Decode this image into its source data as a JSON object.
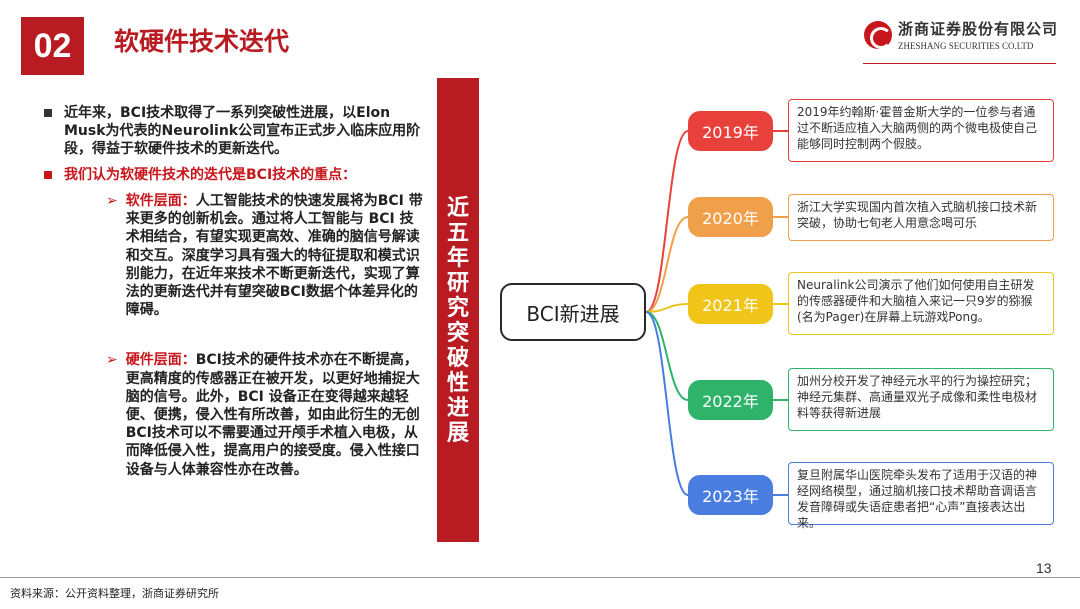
{
  "header": {
    "section_number": "02",
    "title": "软硬件技术迭代",
    "logo_cn": "浙商证券股份有限公司",
    "logo_en": "ZHESHANG SECURITIES CO.LTD"
  },
  "left": {
    "intro": "近年来，BCI技术取得了一系列突破性进展，以Elon Musk为代表的Neurolink公司宣布正式步入临床应用阶段，得益于软硬件技术的更新迭代。",
    "key_point": "我们认为软硬件技术的迭代是BCI技术的重点：",
    "software_head": "软件层面：",
    "software_text": "人工智能技术的快速发展将为BCI 带来更多的创新机会。通过将人工智能与 BCI 技术相结合，有望实现更高效、准确的脑信号解读和交互。深度学习具有强大的特征提取和模式识别能力，在近年来技术不断更新迭代，实现了算法的更新迭代并有望突破BCI数据个体差异化的障碍。",
    "hardware_head": "硬件层面：",
    "hardware_text": "BCI技术的硬件技术亦在不断提高，更高精度的传感器正在被开发，以更好地捕捉大脑的信号。此外，BCI 设备正在变得越来越轻便、便携，侵入性有所改善，如由此衍生的无创BCI技术可以不需要通过开颅手术植入电极，从而降低侵入性，提高用户的接受度。侵入性接口设备与人体兼容性亦在改善。",
    "arrow_glyph": "➢"
  },
  "vband": {
    "chars": [
      "近",
      "五",
      "年",
      "研",
      "究",
      "突",
      "破",
      "性",
      "进",
      "展"
    ]
  },
  "mindmap": {
    "center": "BCI新进展",
    "items": [
      {
        "year": "2019年",
        "color": "#e8413c",
        "text": "2019年约翰斯·霍普金斯大学的一位参与者通过不断适应植入大脑两侧的两个微电极使自己能够同时控制两个假肢。"
      },
      {
        "year": "2020年",
        "color": "#f0a04b",
        "text": "浙江大学实现国内首次植入式脑机接口技术新突破，协助七旬老人用意念喝可乐"
      },
      {
        "year": "2021年",
        "color": "#f0c419",
        "text": "Neuralink公司演示了他们如何使用自主研发的传感器硬件和大脑植入来记一只9岁的猕猴(名为Pager)在屏幕上玩游戏Pong。"
      },
      {
        "year": "2022年",
        "color": "#2fb36b",
        "text": "加州分校开发了神经元水平的行为操控研究；神经元集群、高通量双光子成像和柔性电极材料等获得新进展"
      },
      {
        "year": "2023年",
        "color": "#4a7de0",
        "text": "复旦附属华山医院牵头发布了适用于汉语的神经网络模型，通过脑机接口技术帮助音调语言发音障碍或失语症患者把“心声”直接表达出来。"
      }
    ]
  },
  "footer": {
    "page_number": "13",
    "source": "资料来源：公开资料整理，浙商证券研究所"
  }
}
